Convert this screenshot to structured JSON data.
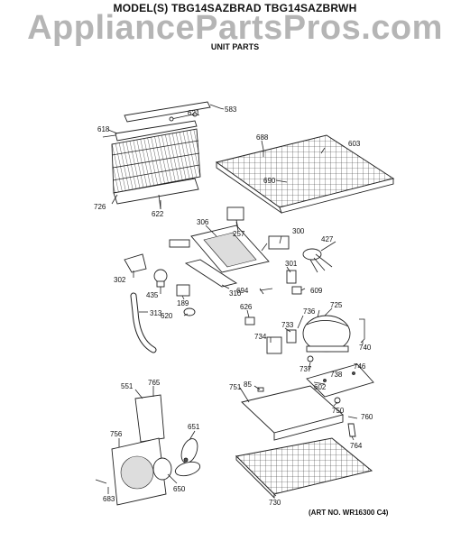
{
  "header": {
    "model_line": "MODEL(S) TBG14SAZBRAD  TBG14SAZBRWH",
    "section_title": "UNIT PARTS",
    "watermark": "AppliancePartsPros.com"
  },
  "footer": {
    "art_number": "(ART NO. WR16300 C4)"
  },
  "part_labels": {
    "p583": "583",
    "p621": "621",
    "p618": "618",
    "p688": "688",
    "p603": "603",
    "p690": "690",
    "p726": "726",
    "p622": "622",
    "p306": "306",
    "p257": "257",
    "p300": "300",
    "p427": "427",
    "p302": "302",
    "p301": "301",
    "p435": "435",
    "p694": "694",
    "p609": "609",
    "p189": "189",
    "p310": "310",
    "p313": "313",
    "p620": "620",
    "p626": "626",
    "p725": "725",
    "p736": "736",
    "p733": "733",
    "p734": "734",
    "p740": "740",
    "p737": "737",
    "p746": "746",
    "p738": "738",
    "p602": "602",
    "p551": "551",
    "p765": "765",
    "p751": "751",
    "p85": "85",
    "p750": "750",
    "p760": "760",
    "p764": "764",
    "p651": "651",
    "p756": "756",
    "p650": "650",
    "p683": "683",
    "p730": "730"
  }
}
